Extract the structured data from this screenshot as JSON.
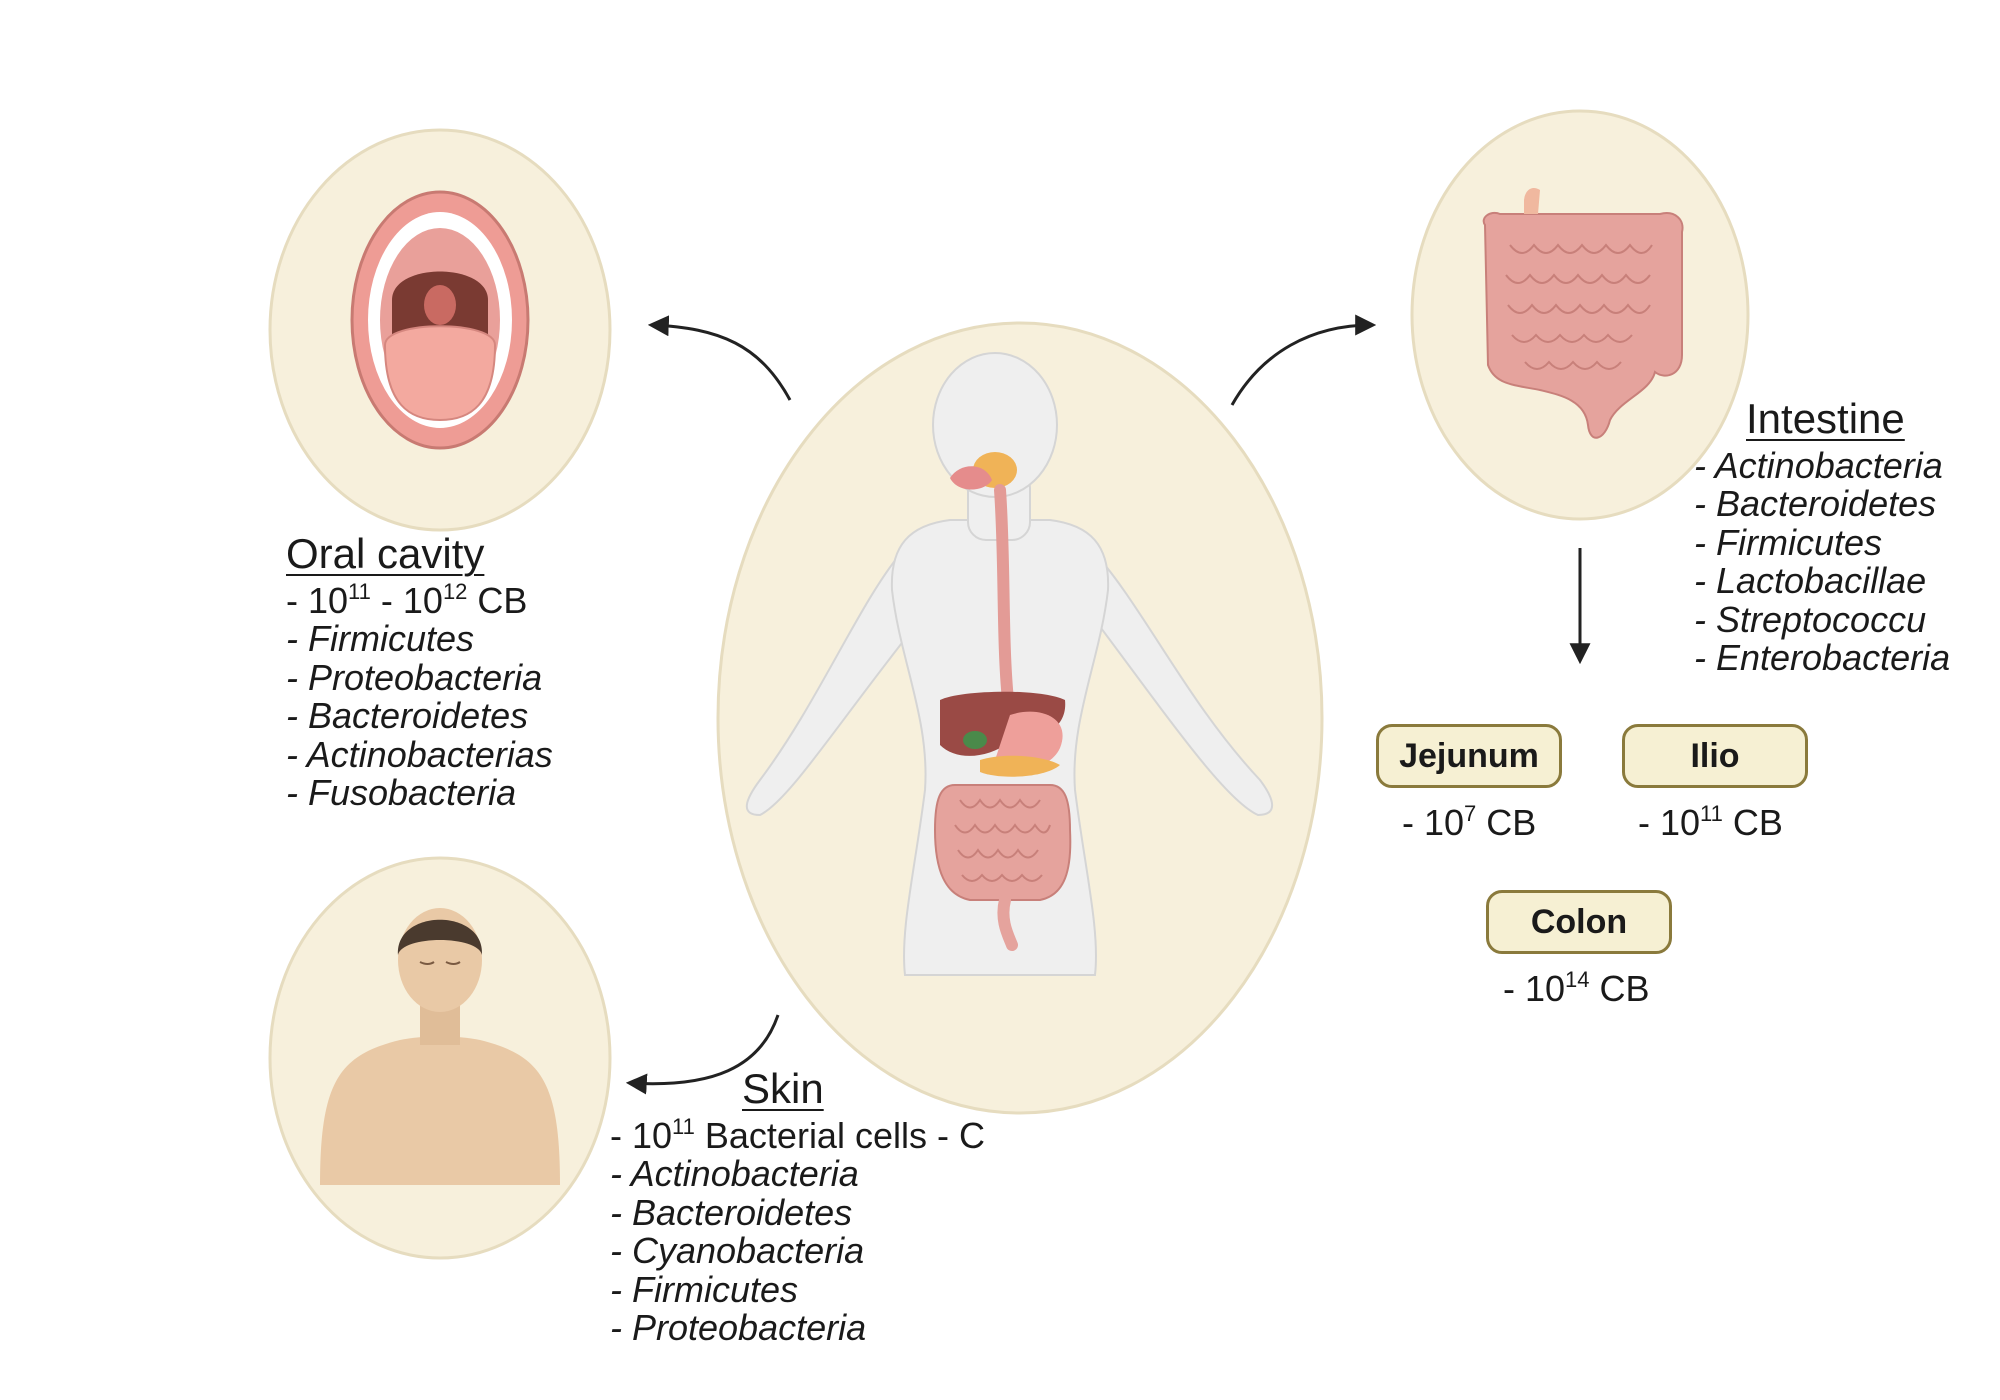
{
  "oral": {
    "title": "Oral cavity",
    "count": {
      "prefix": "- 10",
      "exp1": "11",
      "mid": " - 10",
      "exp2": "12",
      "suffix": " CB"
    },
    "taxa": [
      "- Firmicutes",
      "- Proteobacteria",
      "- Bacteroidetes",
      "- Actinobacterias",
      "- Fusobacteria"
    ]
  },
  "skin": {
    "title": "Skin",
    "count": {
      "prefix": "- 10",
      "exp": "11",
      "suffix": " Bacterial cells - C"
    },
    "taxa": [
      "- Actinobacteria",
      "- Bacteroidetes",
      "- Cyanobacteria",
      "- Firmicutes",
      "- Proteobacteria"
    ]
  },
  "intestine": {
    "title": "Intestine",
    "taxa": [
      "- Actinobacteria",
      "- Bacteroidetes",
      "- Firmicutes",
      "- Lactobacillae",
      "- Streptococcu",
      "- Enterobacteria"
    ]
  },
  "segments": {
    "jejunum": {
      "label": "Jejunum",
      "prefix": "- 10",
      "exp": "7",
      "suffix": " CB"
    },
    "ilio": {
      "label": "Ilio",
      "prefix": "- 10",
      "exp": "11",
      "suffix": " CB"
    },
    "colon": {
      "label": "Colon",
      "prefix": "- 10",
      "exp": "14",
      "suffix": " CB"
    }
  },
  "colors": {
    "circle_fill": "#f7f0dc",
    "circle_stroke": "#e6dcbf",
    "body_fill": "#efefef",
    "intestine_fill": "#e5a39d",
    "skin_tone": "#e9c9a6",
    "pill_border": "#8a7a3c",
    "pill_fill": "#f6f0d3"
  },
  "icons": [
    "human-body-icon",
    "open-mouth-icon",
    "intestine-icon",
    "man-torso-icon"
  ]
}
